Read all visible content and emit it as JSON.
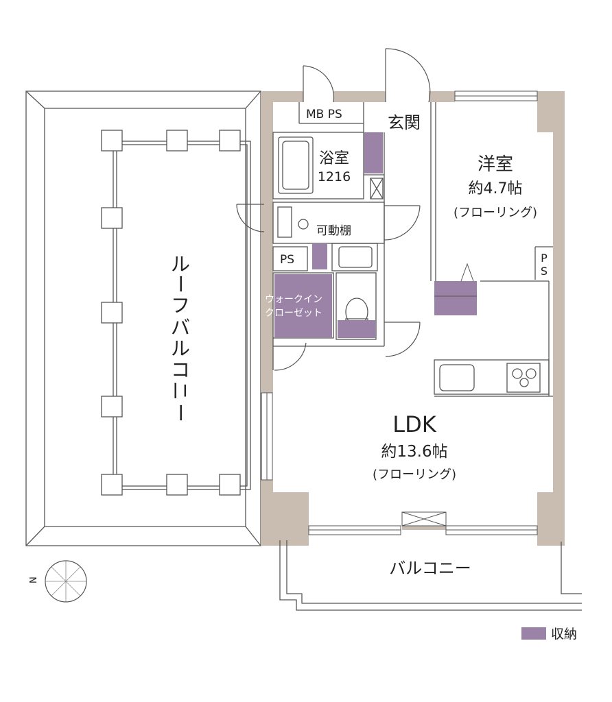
{
  "rooms": {
    "mbps": "MB PS",
    "genkan": "玄関",
    "yoshitsu": {
      "name": "洋室",
      "size": "約4.7帖",
      "floor": "(フローリング)"
    },
    "bath": {
      "name": "浴室",
      "size": "1216"
    },
    "shelf": "可動棚",
    "ps_left": "PS",
    "ps_right_1": "P",
    "ps_right_2": "S",
    "wic_1": "ウォークイン",
    "wic_2": "クローゼット",
    "ldk": {
      "name": "LDK",
      "size": "約13.6帖",
      "floor": "(フローリング)"
    },
    "roof_balcony": [
      "ル",
      "ー",
      "フ",
      "バ",
      "ル",
      "コ",
      "ニ",
      "ー"
    ],
    "balcony": "バルコニー"
  },
  "compass": {
    "letter": "N"
  },
  "legend": {
    "label": "収納"
  },
  "colors": {
    "wall": "#c9bdb1",
    "storage": "#9b82a7",
    "line": "#555555",
    "wic_text": "#ffffff"
  }
}
